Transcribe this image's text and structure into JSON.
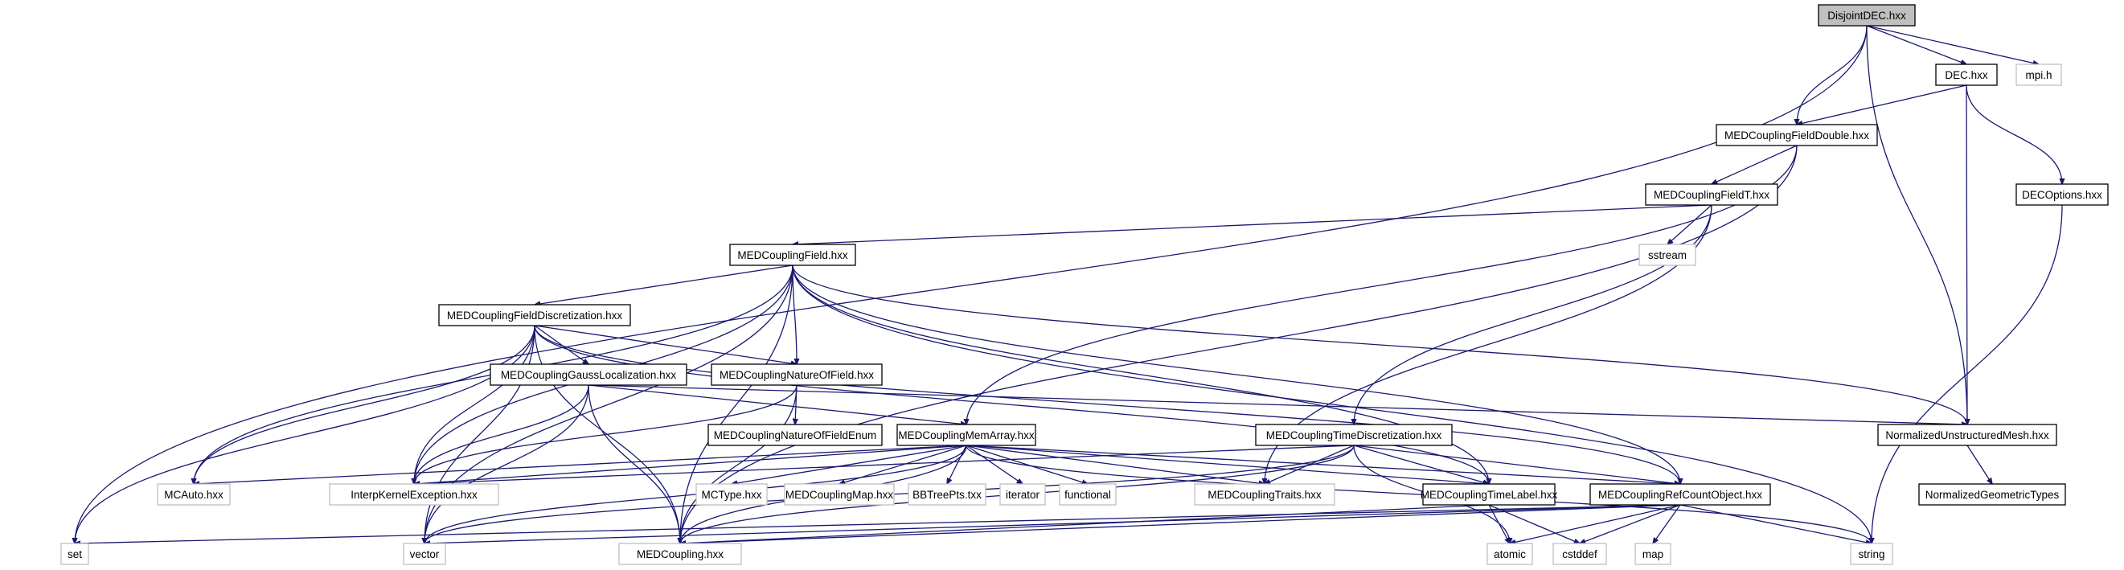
{
  "title": "DisjointDEC.hxx",
  "colors": {
    "edge": "#191970",
    "root_fill": "#bfbfbf",
    "documented_border": "#000000",
    "external_border": "#bfbfbf"
  },
  "nodes": [
    {
      "id": "disjointdec",
      "label": "DisjointDEC.hxx",
      "kind": "root"
    },
    {
      "id": "dec",
      "label": "DEC.hxx",
      "kind": "documented"
    },
    {
      "id": "mpi",
      "label": "mpi.h",
      "kind": "external"
    },
    {
      "id": "fielddouble",
      "label": "MEDCouplingFieldDouble.hxx",
      "kind": "documented"
    },
    {
      "id": "decoptions",
      "label": "DECOptions.hxx",
      "kind": "documented"
    },
    {
      "id": "fieldt",
      "label": "MEDCouplingFieldT.hxx",
      "kind": "documented"
    },
    {
      "id": "sstream",
      "label": "sstream",
      "kind": "external"
    },
    {
      "id": "field",
      "label": "MEDCouplingField.hxx",
      "kind": "documented"
    },
    {
      "id": "fielddisc",
      "label": "MEDCouplingFieldDiscretization.hxx",
      "kind": "documented"
    },
    {
      "id": "gaussloc",
      "label": "MEDCouplingGaussLocalization.hxx",
      "kind": "documented"
    },
    {
      "id": "natureoffield",
      "label": "MEDCouplingNatureOfField.hxx",
      "kind": "documented"
    },
    {
      "id": "natureenum",
      "label": "MEDCouplingNatureOfFieldEnum",
      "kind": "documented"
    },
    {
      "id": "memarray",
      "label": "MEDCouplingMemArray.hxx",
      "kind": "documented"
    },
    {
      "id": "timedisc",
      "label": "MEDCouplingTimeDiscretization.hxx",
      "kind": "documented"
    },
    {
      "id": "normmesh",
      "label": "NormalizedUnstructuredMesh.hxx",
      "kind": "documented"
    },
    {
      "id": "normgeom",
      "label": "NormalizedGeometricTypes",
      "kind": "documented"
    },
    {
      "id": "mcauto",
      "label": "MCAuto.hxx",
      "kind": "external"
    },
    {
      "id": "interpexc",
      "label": "InterpKernelException.hxx",
      "kind": "external"
    },
    {
      "id": "mctype",
      "label": "MCType.hxx",
      "kind": "external"
    },
    {
      "id": "mcmap",
      "label": "MEDCouplingMap.hxx",
      "kind": "external"
    },
    {
      "id": "bbtree",
      "label": "BBTreePts.txx",
      "kind": "external"
    },
    {
      "id": "iterator",
      "label": "iterator",
      "kind": "external"
    },
    {
      "id": "functional",
      "label": "functional",
      "kind": "external"
    },
    {
      "id": "traits",
      "label": "MEDCouplingTraits.hxx",
      "kind": "external"
    },
    {
      "id": "timelabel",
      "label": "MEDCouplingTimeLabel.hxx",
      "kind": "documented"
    },
    {
      "id": "refcount",
      "label": "MEDCouplingRefCountObject.hxx",
      "kind": "documented"
    },
    {
      "id": "set",
      "label": "set",
      "kind": "external"
    },
    {
      "id": "vector",
      "label": "vector",
      "kind": "external"
    },
    {
      "id": "medcoupling",
      "label": "MEDCoupling.hxx",
      "kind": "external"
    },
    {
      "id": "atomic",
      "label": "atomic",
      "kind": "external"
    },
    {
      "id": "cstddef",
      "label": "cstddef",
      "kind": "external"
    },
    {
      "id": "map",
      "label": "map",
      "kind": "external"
    },
    {
      "id": "string",
      "label": "string",
      "kind": "external"
    }
  ],
  "edges": [
    [
      "disjointdec",
      "set"
    ],
    [
      "disjointdec",
      "fielddouble"
    ],
    [
      "disjointdec",
      "normmesh"
    ],
    [
      "disjointdec",
      "dec"
    ],
    [
      "disjointdec",
      "mpi"
    ],
    [
      "dec",
      "fielddouble"
    ],
    [
      "dec",
      "normmesh"
    ],
    [
      "dec",
      "decoptions"
    ],
    [
      "decoptions",
      "string"
    ],
    [
      "fielddouble",
      "memarray"
    ],
    [
      "fielddouble",
      "fieldt"
    ],
    [
      "fielddouble",
      "medcoupling"
    ],
    [
      "fieldt",
      "field"
    ],
    [
      "fieldt",
      "sstream"
    ],
    [
      "fieldt",
      "traits"
    ],
    [
      "fieldt",
      "timedisc"
    ],
    [
      "field",
      "fielddisc"
    ],
    [
      "field",
      "natureoffield"
    ],
    [
      "field",
      "mcauto"
    ],
    [
      "field",
      "interpexc"
    ],
    [
      "field",
      "vector"
    ],
    [
      "field",
      "medcoupling"
    ],
    [
      "field",
      "normmesh"
    ],
    [
      "field",
      "string"
    ],
    [
      "field",
      "refcount"
    ],
    [
      "field",
      "timelabel"
    ],
    [
      "fielddisc",
      "gaussloc"
    ],
    [
      "fielddisc",
      "natureoffield"
    ],
    [
      "fielddisc",
      "set"
    ],
    [
      "fielddisc",
      "vector"
    ],
    [
      "fielddisc",
      "mcauto"
    ],
    [
      "fielddisc",
      "interpexc"
    ],
    [
      "fielddisc",
      "medcoupling"
    ],
    [
      "fielddisc",
      "refcount"
    ],
    [
      "fielddisc",
      "timelabel"
    ],
    [
      "gaussloc",
      "memarray"
    ],
    [
      "gaussloc",
      "interpexc"
    ],
    [
      "gaussloc",
      "vector"
    ],
    [
      "gaussloc",
      "medcoupling"
    ],
    [
      "gaussloc",
      "normmesh"
    ],
    [
      "natureoffield",
      "natureenum"
    ],
    [
      "natureoffield",
      "interpexc"
    ],
    [
      "natureoffield",
      "medcoupling"
    ],
    [
      "memarray",
      "mcauto"
    ],
    [
      "memarray",
      "interpexc"
    ],
    [
      "memarray",
      "mctype"
    ],
    [
      "memarray",
      "mcmap"
    ],
    [
      "memarray",
      "bbtree"
    ],
    [
      "memarray",
      "iterator"
    ],
    [
      "memarray",
      "functional"
    ],
    [
      "memarray",
      "traits"
    ],
    [
      "memarray",
      "timelabel"
    ],
    [
      "memarray",
      "refcount"
    ],
    [
      "memarray",
      "vector"
    ],
    [
      "memarray",
      "medcoupling"
    ],
    [
      "memarray",
      "string"
    ],
    [
      "timedisc",
      "traits"
    ],
    [
      "timedisc",
      "timelabel"
    ],
    [
      "timedisc",
      "refcount"
    ],
    [
      "timedisc",
      "interpexc"
    ],
    [
      "timedisc",
      "vector"
    ],
    [
      "timedisc",
      "medcoupling"
    ],
    [
      "timedisc",
      "atomic"
    ],
    [
      "normmesh",
      "normgeom"
    ],
    [
      "timelabel",
      "atomic"
    ],
    [
      "timelabel",
      "cstddef"
    ],
    [
      "timelabel",
      "medcoupling"
    ],
    [
      "refcount",
      "atomic"
    ],
    [
      "refcount",
      "cstddef"
    ],
    [
      "refcount",
      "map"
    ],
    [
      "refcount",
      "string"
    ],
    [
      "refcount",
      "set"
    ],
    [
      "refcount",
      "vector"
    ],
    [
      "refcount",
      "medcoupling"
    ]
  ]
}
